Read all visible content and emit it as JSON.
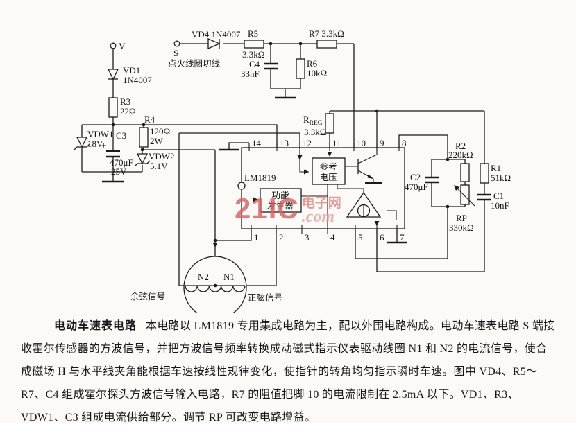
{
  "watermark": {
    "brand": "21IC",
    "domain": ".com",
    "site_cn": "电子网"
  },
  "caption": {
    "title": "电动车速表电路",
    "lines": [
      "本电路以 LM1819 专用集成电路为主，配以外围电路构成。电动车速表电路 S 端接",
      "收霍尔传感器的方波信号，并把方波信号频率转换成动磁式指示仪表驱动线圈 N1 和 N2 的电流信号，使合",
      "成磁场 H 与水平线夹角能根据车速按线性规律变化，使指针的转角均匀指示瞬时车速。图中 VD4、R5～",
      "R7、C4 组成霍尔探头方波信号输入电路，R7 的阻值把脚 10 的电流限制在 2.5mA 以下。VD1、R3、",
      "VDW1、C3 组成电流供给部分。调节 RP 可改变电路增益。"
    ]
  },
  "schematic": {
    "terminals": {
      "v": "V",
      "s": "S",
      "ignition_label": "点火线圈切线",
      "cos_label": "余弦信号",
      "sin_label": "正弦信号"
    },
    "ic": {
      "name": "LM1819",
      "ref_box_line1": "参考",
      "ref_box_line2": "电压",
      "func_box_line1": "功能",
      "func_box_line2": "发生器",
      "pins_top": [
        "14",
        "13",
        "12",
        "11",
        "10",
        "9",
        "8"
      ],
      "pins_bottom": [
        "1",
        "2",
        "3",
        "4",
        "5",
        "6",
        "7"
      ]
    },
    "components": {
      "vd1": {
        "ref": "VD1",
        "value": "1N4007"
      },
      "vd4": {
        "ref": "VD4 1N4007"
      },
      "r3": {
        "ref": "R3",
        "value": "22Ω"
      },
      "r4": {
        "ref": "R4",
        "value": "120Ω",
        "value2": "2W"
      },
      "r5": {
        "ref": "R5",
        "value": "3.3kΩ"
      },
      "r6": {
        "ref": "R6",
        "value": "10kΩ"
      },
      "r7": {
        "ref": "R7 3.3kΩ"
      },
      "rreg": {
        "ref": "R",
        "sub": "REG",
        "value": "3.3kΩ"
      },
      "r1": {
        "ref": "R1",
        "value": "51kΩ"
      },
      "r2": {
        "ref": "R2",
        "value": "220kΩ"
      },
      "rp": {
        "ref": "RP",
        "value": "330kΩ"
      },
      "c1": {
        "ref": "C1",
        "value": "10nF"
      },
      "c2": {
        "ref": "C2",
        "value": "470μF"
      },
      "c3": {
        "ref": "C3",
        "value": "470μF",
        "value2": "25V",
        "plus": "+"
      },
      "c4": {
        "ref": "C4",
        "value": "33nF"
      },
      "vdw1": {
        "ref": "VDW1",
        "value": "18V"
      },
      "vdw2": {
        "ref": "VDW2",
        "value": "5.1V"
      },
      "n1": "N1",
      "n2": "N2"
    }
  }
}
